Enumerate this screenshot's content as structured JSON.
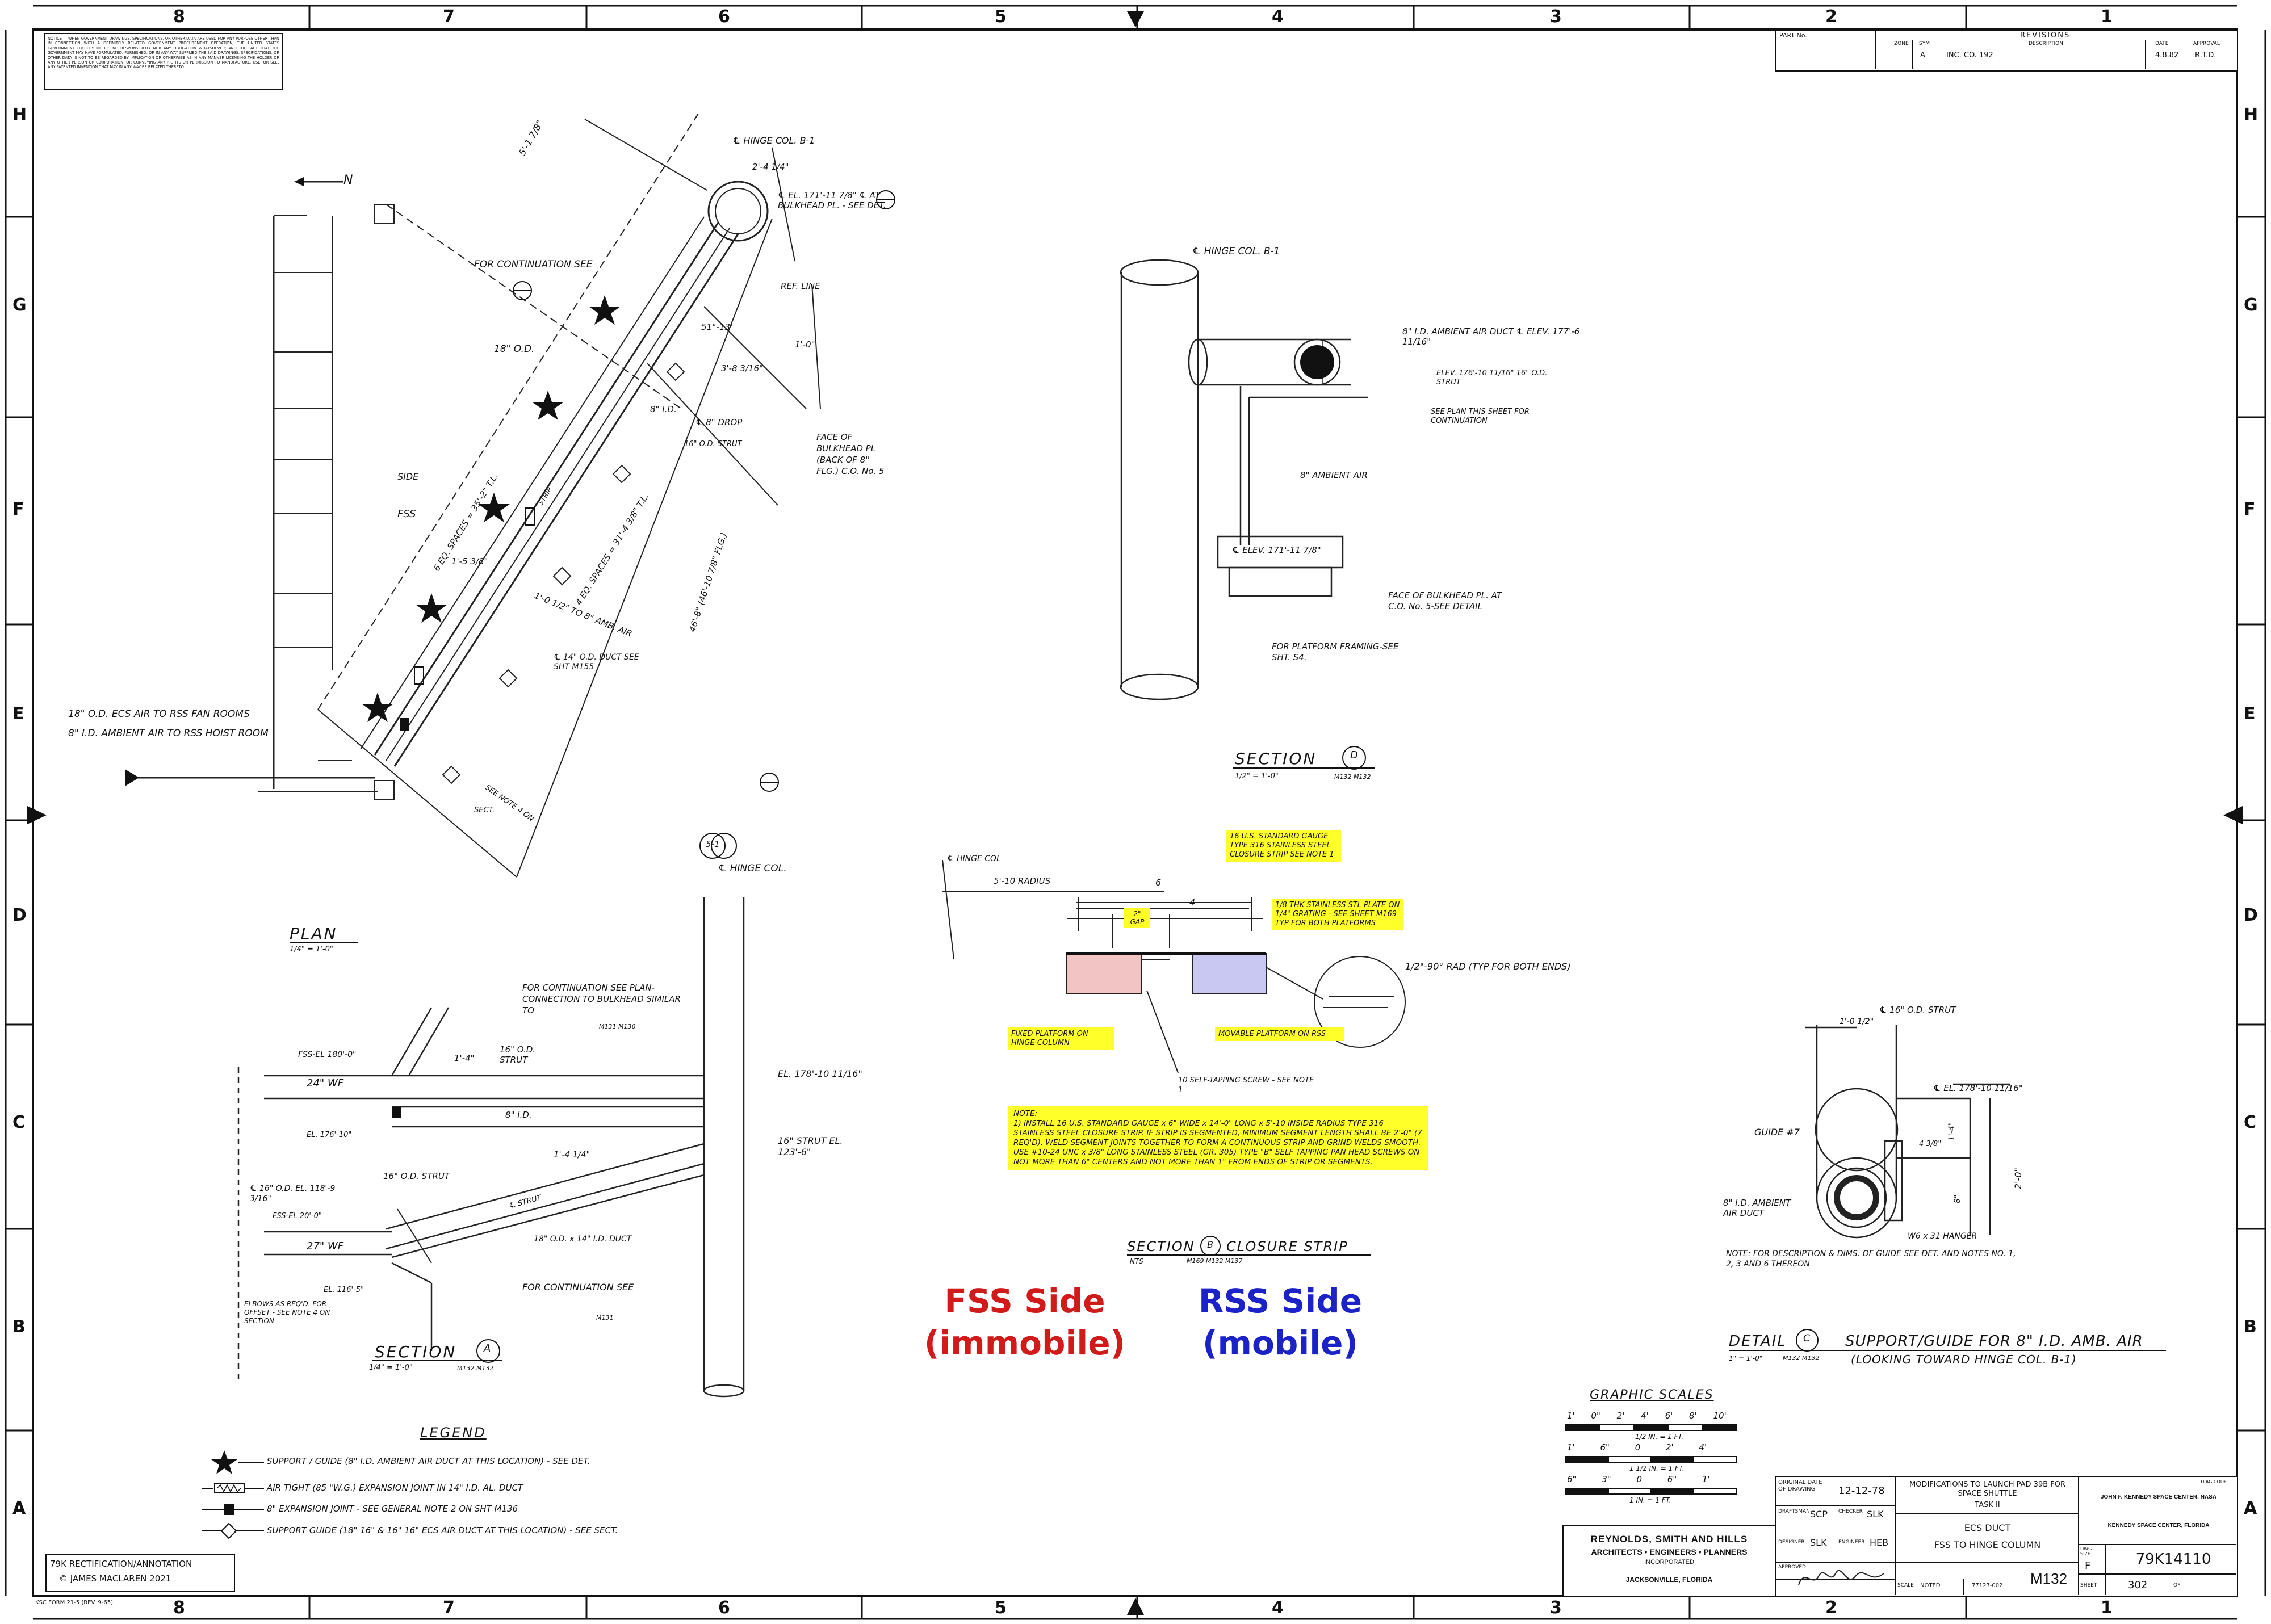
{
  "border": {
    "cols_top": [
      "8",
      "7",
      "6",
      "5",
      "4",
      "3",
      "2",
      "1"
    ],
    "cols_bottom": [
      "8",
      "7",
      "6",
      "5",
      "4",
      "3",
      "2",
      "1"
    ],
    "rows_left": [
      "H",
      "G",
      "F",
      "E",
      "D",
      "C",
      "B",
      "A"
    ],
    "rows_right": [
      "H",
      "G",
      "F",
      "E",
      "D",
      "C",
      "B",
      "A"
    ]
  },
  "notice": "NOTICE — WHEN GOVERNMENT DRAWINGS, SPECIFICATIONS, OR OTHER DATA ARE USED FOR ANY PURPOSE OTHER THAN IN CONNECTION WITH A DEFINITELY RELATED GOVERNMENT PROCUREMENT OPERATION, THE UNITED STATES GOVERNMENT THEREBY INCURS NO RESPONSIBILITY NOR ANY OBLIGATION WHATSOEVER; AND THE FACT THAT THE GOVERNMENT MAY HAVE FORMULATED, FURNISHED, OR IN ANY WAY SUPPLIED THE SAID DRAWINGS, SPECIFICATIONS, OR OTHER DATA IS NOT TO BE REGARDED BY IMPLICATION OR OTHERWISE AS IN ANY MANNER LICENSING THE HOLDER OR ANY OTHER PERSON OR CORPORATION, OR CONVEYING ANY RIGHTS OR PERMISSION TO MANUFACTURE, USE, OR SELL ANY PATENTED INVENTION THAT MAY IN ANY WAY BE RELATED THERETO.",
  "revisions": {
    "part_no_label": "PART No.",
    "title": "REVISIONS",
    "headers": [
      "ZONE",
      "SYM",
      "DESCRIPTION",
      "DATE",
      "APPROVAL"
    ],
    "row": {
      "sym": "A",
      "description": "INC. CO. 192",
      "date": "4.8.82",
      "approval": "R.T.D."
    }
  },
  "plan": {
    "north": "N",
    "hinge_col_top": "℄ HINGE COL. B-1",
    "dim_top": "5'-1 7/8\"",
    "dim_small": "2'-4 1/4\"",
    "el_label": "℄ EL. 171'-11 7/8\" ℄ AT BULKHEAD PL. - SEE DET.",
    "ref_line": "REF. LINE",
    "angle": "51°-13'",
    "continuation": "FOR CONTINUATION SEE",
    "od18": "18\" O.D.",
    "dim_358": "3'-8 3/16\"",
    "dim_10": "1'-0\"",
    "drop": "℄ 8\" DROP",
    "id8": "8\" I.D.",
    "strut": "16\" O.D. STRUT",
    "face": "FACE OF BULKHEAD PL (BACK OF 8\" FLG.) C.O. No. 5",
    "side": "SIDE",
    "fss": "FSS",
    "spaces1": "6 EQ. SPACES = 35'-2\" T.L.",
    "spaces2": "4 EQ. SPACES = 31'-4 3/8\" T.L.",
    "dim_15": "1'-5 3/8\"",
    "reducer": "1'-0 1/2\" TO 8\" AMB. AIR",
    "duct14": "℄ 14\" O.D. DUCT SEE SHT M155",
    "dim_468": "46'-8\" (46'-10 7/8\" FLG.)",
    "ecs_air": "18\" O.D. ECS AIR TO RSS FAN ROOMS",
    "amb_air": "8\" I.D. AMBIENT AIR TO RSS HOIST ROOM",
    "see_note": "SEE NOTE 4 ON",
    "sect": "SECT.",
    "strip": "STRIP"
  },
  "plan_title": {
    "title": "PLAN",
    "scale": "1/4\" = 1'-0\""
  },
  "section_d": {
    "title": "SECTION",
    "letter": "D",
    "scale": "1/2\" = 1'-0\"",
    "ref": "M132 M132",
    "hinge": "℄ HINGE COL. B-1",
    "duct": "8\" I.D. AMBIENT AIR DUCT ℄ ELEV. 177'-6 11/16\"",
    "elev": "ELEV. 176'-10 11/16\" 16\" O.D. STRUT",
    "see_plan": "SEE PLAN THIS SHEET FOR CONTINUATION",
    "amb8": "8\" AMBIENT AIR",
    "elev2": "℄ ELEV. 171'-11 7/8\"",
    "face": "FACE OF BULKHEAD PL. AT C.O. No. 5-SEE DETAIL",
    "platform": "FOR PLATFORM FRAMING-SEE SHT. S4."
  },
  "section_a": {
    "title": "SECTION",
    "letter": "A",
    "scale": "1/4\" = 1'-0\"",
    "ref": "M132 M132",
    "col_label": "5-1",
    "hinge": "℄ HINGE COL.",
    "continuation": "FOR CONTINUATION SEE PLAN- CONNECTION TO BULKHEAD SIMILAR TO",
    "ref_m131": "M131 M136",
    "fss_el": "FSS-EL 180'-0\"",
    "wf24": "24\" WF",
    "dim14": "1'-4\"",
    "strut16": "16\" O.D. STRUT",
    "id8": "8\" I.D.",
    "el178": "EL. 178'-10 11/16\"",
    "el176": "EL. 176'-10\"",
    "strut16b": "16\" STRUT EL. 123'-6\"",
    "dim14b": "1'-4 1/4\"",
    "strut16c": "16\" O.D. STRUT",
    "strut": "℄ STRUT",
    "od16": "℄ 16\" O.D. EL. 118'-9 3/16\"",
    "fss_el2": "FSS-EL 20'-0\"",
    "duct": "18\" O.D. x 14\" I.D. DUCT",
    "wf27": "27\" WF",
    "el116": "EL. 116'-5\"",
    "elbows": "ELBOWS AS REQ'D. FOR OFFSET - SEE NOTE 4 ON SECTION",
    "continuation2": "FOR CONTINUATION SEE",
    "ref_m131b": "M131"
  },
  "section_b": {
    "hinge": "℄ HINGE COL",
    "radius": "5'-10 RADIUS",
    "strip_note": "16 U.S. STANDARD GAUGE TYPE 316 STAINLESS STEEL CLOSURE STRIP SEE NOTE 1",
    "dim6": "6",
    "dim4": "4",
    "gap": "2\" GAP",
    "plate_note": "1/8 THK STAINLESS STL PLATE ON 1/4\" GRATING - SEE SHEET M169 TYP FOR BOTH PLATFORMS",
    "rad": "1/2\"-90° RAD (TYP FOR BOTH ENDS)",
    "fixed": "FIXED PLATFORM ON HINGE COLUMN",
    "movable": "MOVABLE PLATFORM ON RSS",
    "screw": "10 SELF-TAPPING SCREW - SEE NOTE 1",
    "note_title": "NOTE:",
    "note_body": "1) INSTALL 16 U.S. STANDARD GAUGE x 6\" WIDE x 14'-0\" LONG x 5'-10 INSIDE RADIUS TYPE 316 STAINLESS STEEL CLOSURE STRIP. IF STRIP IS SEGMENTED, MINIMUM SEGMENT LENGTH SHALL BE 2'-0\" (7 REQ'D). WELD SEGMENT JOINTS TOGETHER TO FORM A CONTINUOUS STRIP AND GRIND WELDS SMOOTH. USE #10-24 UNC x 3/8\" LONG STAINLESS STEEL (GR. 305) TYPE \"B\" SELF TAPPING PAN HEAD SCREWS ON NOT MORE THAN 6\" CENTERS AND NOT MORE THAN 1\" FROM ENDS OF STRIP OR SEGMENTS.",
    "title": "SECTION",
    "letter": "B",
    "title_rest": "CLOSURE STRIP",
    "scale": "NTS",
    "ref": "M169 M132 M137"
  },
  "captions": {
    "fss": "FSS Side",
    "fss_sub": "(immobile)",
    "rss": "RSS Side",
    "rss_sub": "(mobile)",
    "fss_color": "#d11a1a",
    "rss_color": "#1a22c8",
    "fss_fill": "#f2c4c4",
    "rss_fill": "#c8c8f2"
  },
  "detail_c": {
    "strut": "℄ 16\" O.D. STRUT",
    "dim": "1'-0 1/2\"",
    "el": "℄ EL. 178'-10 11/16\"",
    "guide": "GUIDE #7",
    "dim48": "4 3/8\"",
    "dim14": "1'-4\"",
    "dim8": "8\"",
    "dim20": "2'-0\"",
    "amb": "8\" I.D. AMBIENT AIR DUCT",
    "hanger": "W6 x 31 HANGER",
    "note": "NOTE: FOR DESCRIPTION & DIMS. OF GUIDE SEE DET. AND NOTES NO. 1, 2, 3 AND 6 THEREON",
    "title": "DETAIL",
    "letter": "C",
    "title_rest": "SUPPORT/GUIDE FOR 8\" I.D. AMB. AIR",
    "subtitle": "(LOOKING TOWARD HINGE COL. B-1)",
    "scale": "1\" = 1'-0\"",
    "ref": "M132 M132"
  },
  "graphic_scales": {
    "title": "GRAPHIC SCALES",
    "s1_ticks": [
      "1' 0\"",
      "2'",
      "4'",
      "6'",
      "8'",
      "10'"
    ],
    "s1_label": "1/2 IN. = 1 FT.",
    "s2_ticks": [
      "1'",
      "6\"",
      "0",
      "2'",
      "4'"
    ],
    "s2_label": "1 1/2 IN. = 1 FT.",
    "s3_ticks": [
      "6\"",
      "3\"",
      "0",
      "6\"",
      "1'"
    ],
    "s3_label": "1 IN. = 1 FT."
  },
  "legend": {
    "title": "LEGEND",
    "items": [
      "SUPPORT / GUIDE (8\" I.D. AMBIENT AIR DUCT AT THIS LOCATION) - SEE DET.",
      "AIR TIGHT (85 \"W.G.) EXPANSION JOINT IN 14\" I.D. AL. DUCT",
      "8\" EXPANSION JOINT - SEE GENERAL NOTE 2 ON SHT M136",
      "SUPPORT GUIDE (18\" 16\" & 16\" 16\" ECS AIR DUCT AT THIS LOCATION) - SEE SECT."
    ]
  },
  "firm": {
    "name": "REYNOLDS, SMITH AND HILLS",
    "sub": "ARCHITECTS • ENGINEERS • PLANNERS",
    "inc": "INCORPORATED",
    "city": "JACKSONVILLE, FLORIDA"
  },
  "title_block": {
    "orig_date_label": "ORIGINAL DATE OF DRAWING",
    "orig_date": "12-12-78",
    "drawn_label": "DRAFTSMAN",
    "drawn": "SCP",
    "checked_label": "CHECKER",
    "checked": "SLK",
    "designed_label": "DESIGNER",
    "designed": "SLK",
    "engineer_label": "ENGINEER",
    "engineer": "HEB",
    "approved_label": "APPROVED",
    "mod_title": "MODIFICATIONS TO LAUNCH PAD 39B FOR SPACE SHUTTLE",
    "task": "— TASK II —",
    "dwg_title1": "ECS DUCT",
    "dwg_title2": "FSS TO HINGE COLUMN",
    "scale_label": "SCALE",
    "scale": "NOTED",
    "job": "77127-002",
    "sheet_code": "M132",
    "center": "JOHN F. KENNEDY SPACE CENTER, NASA",
    "center2": "KENNEDY SPACE CENTER, FLORIDA",
    "size_label": "DWG SIZE",
    "size": "F",
    "dwg_no": "79K14110",
    "sheet_label": "SHEET",
    "sheet": "302",
    "of": "OF",
    "diag_code": "DIAG CODE"
  },
  "annotation": {
    "line1": "79K RECTIFICATION/ANNOTATION",
    "line2": "© JAMES MACLAREN 2021"
  },
  "form": "KSC FORM 21-5 (REV. 9-65)"
}
